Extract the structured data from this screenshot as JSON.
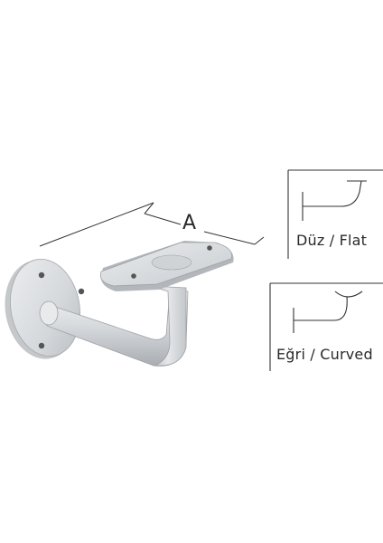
{
  "dimension": {
    "label": "A"
  },
  "profiles": {
    "flat": {
      "label": "Düz / Flat"
    },
    "curved": {
      "label": "Eğri / Curved"
    }
  },
  "colors": {
    "metal": "#d9dcde",
    "metal_shadow": "#aeb2b6",
    "line": "#333333"
  }
}
